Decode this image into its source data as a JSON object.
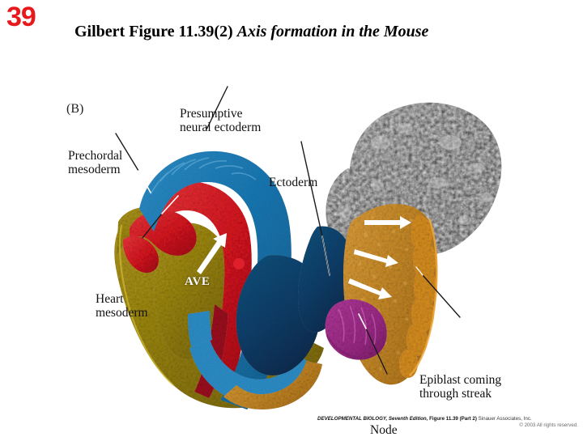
{
  "slide": {
    "number": "39",
    "title_plain": "Gilbert Figure 11.39(2)",
    "title_italic": "Axis formation in the Mouse"
  },
  "figure": {
    "panel_letter": "(B)",
    "labels": {
      "presumptive_neural_ectoderm": "Presumptive\nneural ectoderm",
      "prechordal_mesoderm": "Prechordal\nmesoderm",
      "ectoderm": "Ectoderm",
      "heart_mesoderm": "Heart\nmesoderm",
      "ave": "AVE",
      "epiblast": "Epiblast coming\nthrough streak",
      "node": "Node"
    },
    "regions": [
      {
        "name": "presumptive-neural-ectoderm",
        "color": "#1878b4"
      },
      {
        "name": "ectoderm-inner",
        "color": "#0f3f6b"
      },
      {
        "name": "prechordal-mesoderm",
        "color": "#e0212c"
      },
      {
        "name": "heart-mesoderm",
        "color": "#9a8611"
      },
      {
        "name": "epiblast",
        "color": "#d2912c"
      },
      {
        "name": "node",
        "color": "#a32a8e"
      },
      {
        "name": "uncolored-tissue",
        "color": "#2b2b2b"
      }
    ],
    "arrow_count": 3
  },
  "credit": {
    "publication": "DEVELOPMENTAL BIOLOGY,",
    "edition": " Seventh Edition,",
    "figure": " Figure 11.39 (Part 2)",
    "publisher": "Sinauer Associates, Inc.",
    "rights": "© 2003 All rights reserved."
  }
}
